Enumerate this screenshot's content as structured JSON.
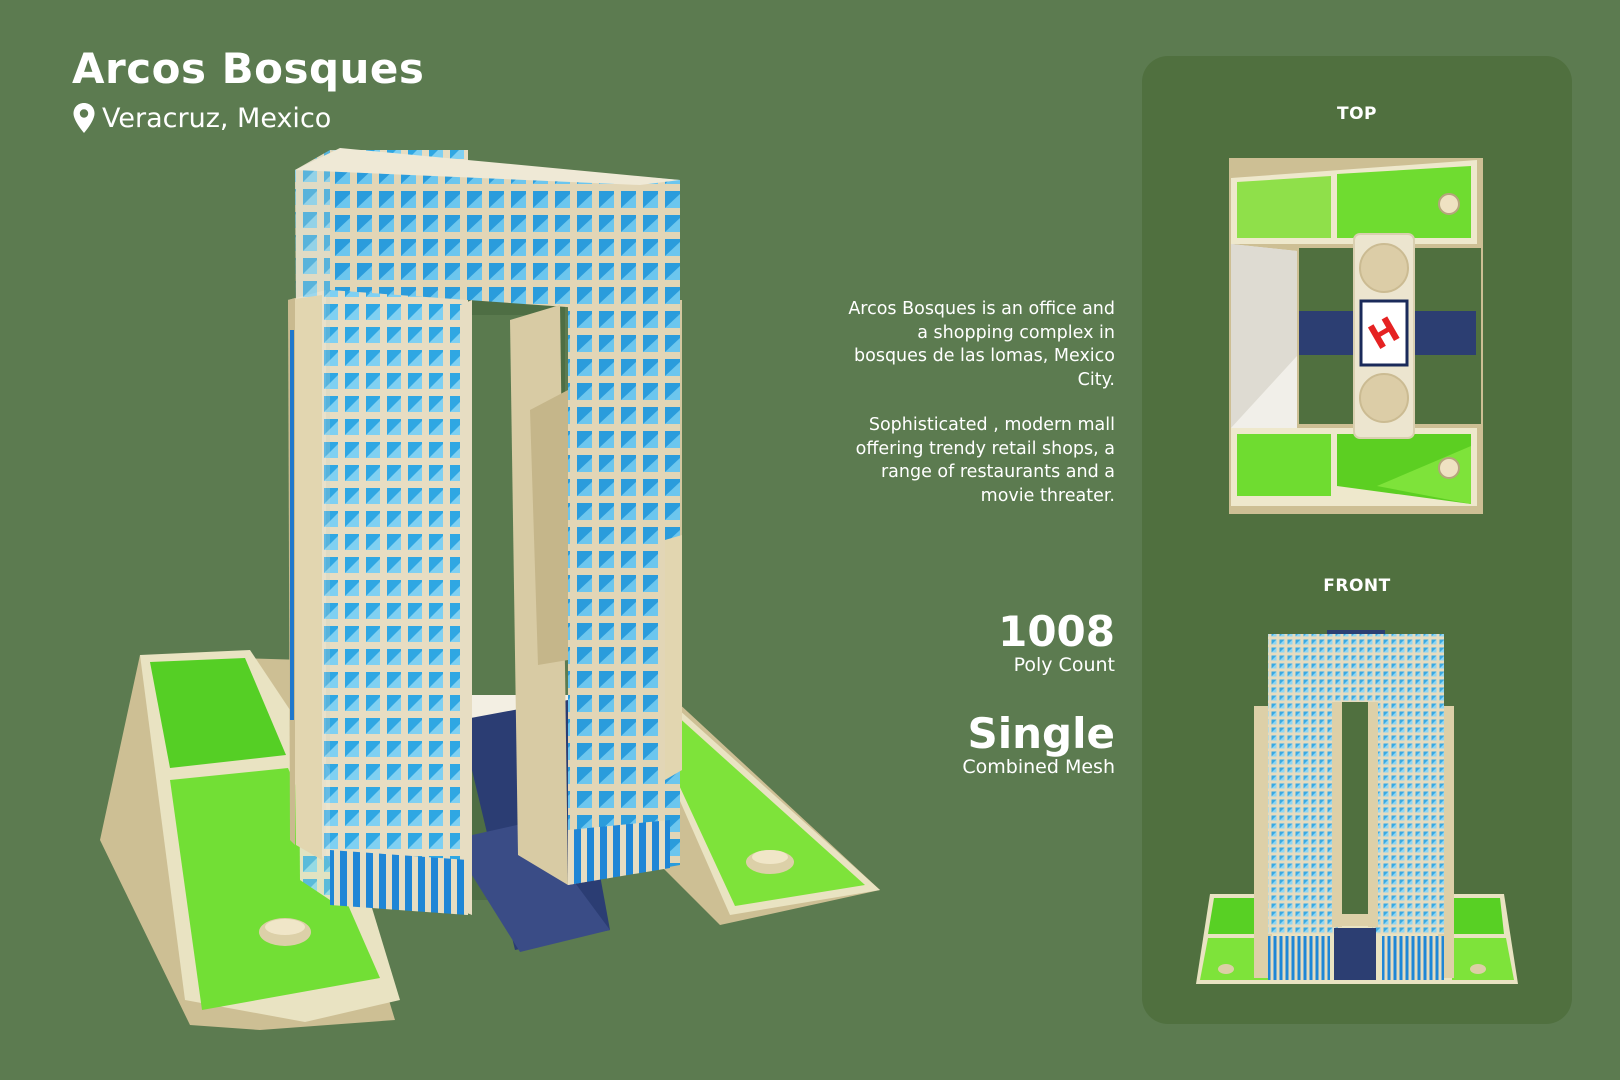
{
  "header": {
    "title": "Arcos Bosques",
    "location": "Veracruz, Mexico",
    "location_icon": "map-pin-icon"
  },
  "description": {
    "paragraph1": "Arcos Bosques is an office and a shopping complex in bosques de las lomas, Mexico City.",
    "paragraph2": "Sophisticated , modern mall offering trendy retail shops, a range of restaurants and a movie threater."
  },
  "stats": {
    "poly_count_value": "1008",
    "poly_count_label": "Poly Count",
    "mesh_value": "Single",
    "mesh_label": "Combined Mesh"
  },
  "views": {
    "top_label": "TOP",
    "front_label": "FRONT",
    "helipad_letter": "H"
  },
  "colors": {
    "background": "#5c7b50",
    "panel": "#50703f",
    "glass": "#2f9fdc",
    "concrete": "#ddd0ac",
    "lawn": "#7ee33a",
    "navy": "#2c3e72"
  }
}
